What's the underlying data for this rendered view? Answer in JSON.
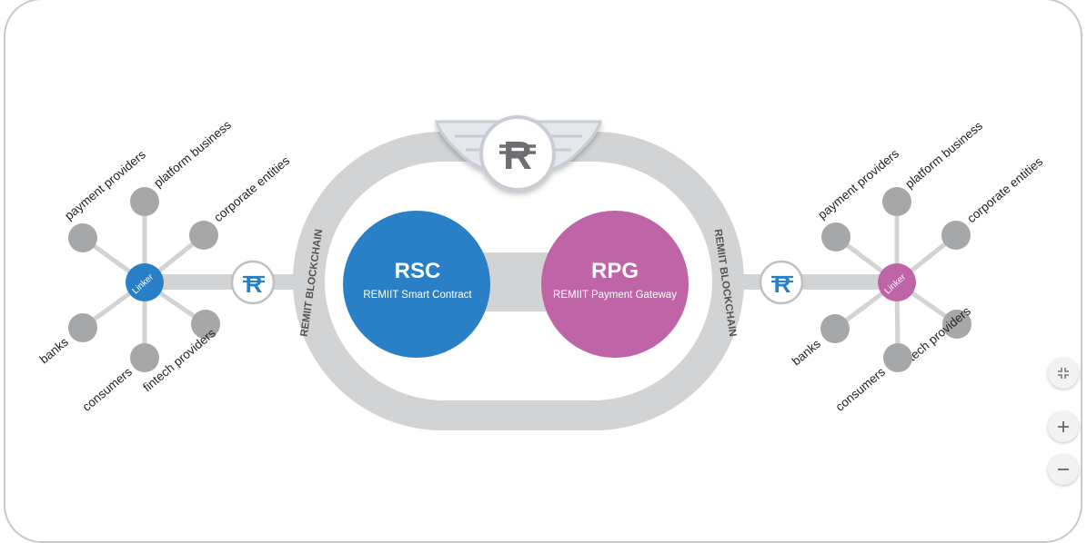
{
  "diagram": {
    "center": {
      "logo_glyph": "R",
      "track_label_left": "REMIIT BLOCKCHAIN",
      "track_label_right": "REMIIT BLOCKCHAIN",
      "rsc": {
        "title": "RSC",
        "subtitle": "REMIIT Smart Contract",
        "color": "#2980c6"
      },
      "rpg": {
        "title": "RPG",
        "subtitle": "REMIIT Payment Gateway",
        "color": "#c064a8"
      }
    },
    "left_hub": {
      "hub_label": "Linker",
      "hub_color": "#2980c6",
      "coin_glyph": "R",
      "nodes": [
        {
          "label": "payment providers"
        },
        {
          "label": "platform business"
        },
        {
          "label": "corporate entities"
        },
        {
          "label": "banks"
        },
        {
          "label": "consumers"
        },
        {
          "label": "fintech providers"
        }
      ]
    },
    "right_hub": {
      "hub_label": "Linker",
      "hub_color": "#c064a8",
      "coin_glyph": "R",
      "nodes": [
        {
          "label": "payment providers"
        },
        {
          "label": "platform business"
        },
        {
          "label": "corporate entities"
        },
        {
          "label": "fintech providers"
        },
        {
          "label": "banks"
        },
        {
          "label": "consumers"
        }
      ]
    },
    "colors": {
      "track": "#d2d3d5",
      "node": "#a6a7a9",
      "spoke": "#d2d3d5",
      "coin_text": "#2980c6",
      "label_text": "#222222"
    }
  },
  "controls": {
    "fit_icon": "fit-screen-icon",
    "zoom_in_icon": "plus-icon",
    "zoom_out_icon": "minus-icon"
  }
}
